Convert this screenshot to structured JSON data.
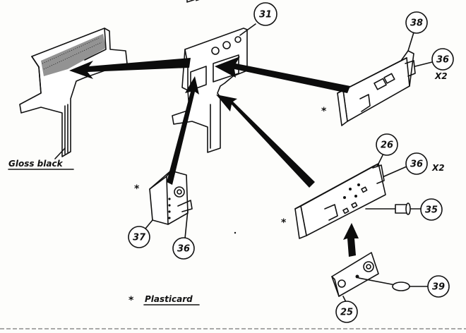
{
  "labels": {
    "gloss_black": "Gloss black",
    "plasticard": "Plasticard",
    "asterisk": "*",
    "x2_a": "X2",
    "x2_b": "X2"
  },
  "callouts": {
    "c31": "31",
    "c38": "38",
    "c36_top": "36",
    "c26": "26",
    "c36_mid": "36",
    "c35": "35",
    "c37": "37",
    "c36_low": "36",
    "c39": "39",
    "c25": "25"
  }
}
